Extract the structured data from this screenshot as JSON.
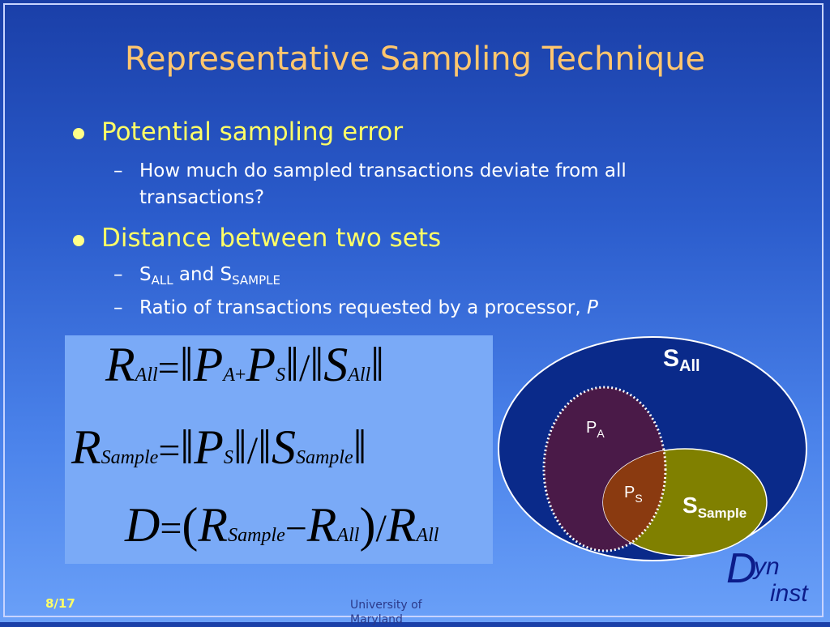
{
  "slide": {
    "title": "Representative Sampling Technique",
    "bullets": [
      {
        "text": "Potential sampling error",
        "subs": [
          {
            "line1": "How much do sampled transactions deviate from all",
            "line2": "transactions?"
          }
        ]
      },
      {
        "text": "Distance between two sets",
        "subs": [
          {
            "s1": "S",
            "sub1": "ALL",
            "and": " and S",
            "sub2": "SAMPLE"
          },
          {
            "text": "Ratio of transactions requested by a processor, ",
            "var": "P"
          }
        ]
      }
    ],
    "dash": "–"
  },
  "formulas": {
    "f1": {
      "R": "R",
      "Rsub": "All",
      "eq": "=",
      "PA": "P",
      "PAsub": "A",
      "plus": "+",
      "PS": "P",
      "PSsub": "S",
      "div": "/",
      "S": "S",
      "Ssub": "All"
    },
    "f2": {
      "R": "R",
      "Rsub": "Sample",
      "eq": "=",
      "PS": "P",
      "PSsub": "S",
      "div": "/",
      "S": "S",
      "Ssub": "Sample"
    },
    "f3": {
      "D": "D",
      "eq": "=",
      "lp": "(",
      "R1": "R",
      "R1sub": "Sample",
      "minus": "−",
      "R2": "R",
      "R2sub": "All",
      "rp": ")",
      "div": "/",
      "R3": "R",
      "R3sub": "All"
    }
  },
  "venn": {
    "all_label": "S",
    "all_sub": "All",
    "pa_label": "P",
    "pa_sub": "A",
    "ps_label": "P",
    "ps_sub": "S",
    "sample_label": "S",
    "sample_sub": "Sample",
    "colors": {
      "all": "#0a2a8a",
      "pa": "#4a1a48",
      "sample": "#808000",
      "overlap": "#8a3a10"
    }
  },
  "footer": {
    "page": "8/17",
    "university_line1": "University of",
    "university_line2": "Maryland"
  },
  "logo": {
    "d": "D",
    "yn": "yn",
    "inst": "inst"
  }
}
